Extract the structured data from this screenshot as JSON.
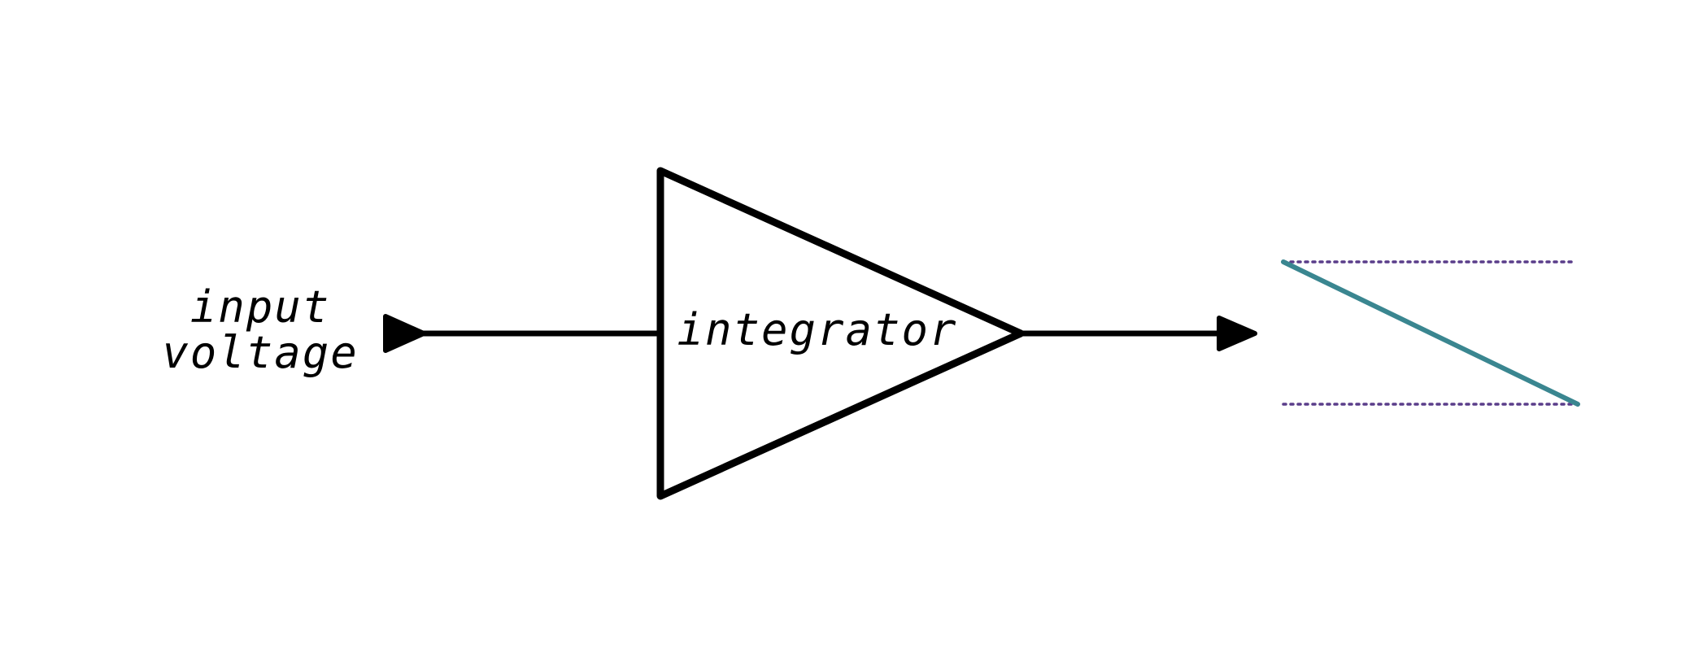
{
  "input_label": {
    "line1": "input",
    "line2": "voltage"
  },
  "block_label": "integrator",
  "colors": {
    "stroke": "#000000",
    "output_ramp": "#3a8690",
    "reference_lines": "#5a3d8a",
    "background": "#ffffff"
  },
  "icons": {
    "input_marker": "triangle-arrow-right",
    "output_marker": "triangle-arrow-right"
  }
}
